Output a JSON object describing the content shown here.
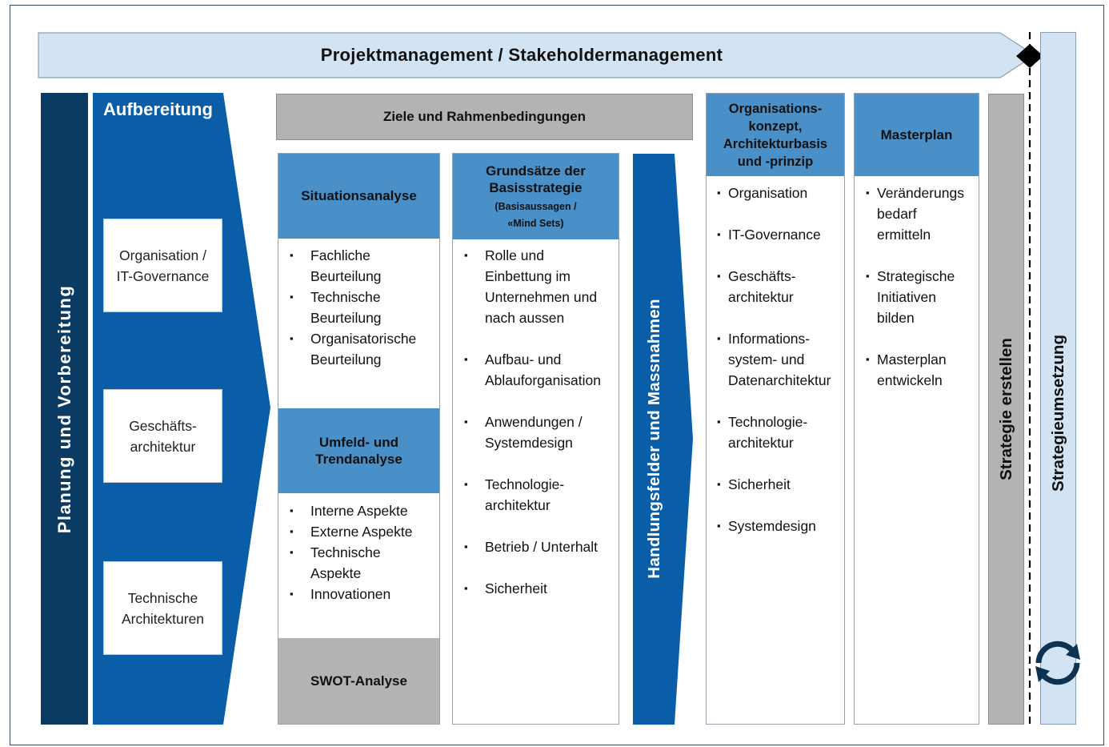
{
  "banner": {
    "title": "Projektmanagement / Stakeholdermanagement"
  },
  "planning": {
    "label": "Planung und Vorbereitung"
  },
  "aufbereitung": {
    "title": "Aufbereitung",
    "cards": [
      {
        "line1": "Organisation /",
        "line2": "IT-Governance"
      },
      {
        "line1": "Geschäfts-",
        "line2": "architektur"
      },
      {
        "line1": "Technische",
        "line2": "Architekturen"
      }
    ]
  },
  "ziele": {
    "label": "Ziele und Rahmenbedingungen"
  },
  "situationsanalyse": {
    "title": "Situationsanalyse",
    "items": [
      [
        "Fachliche",
        "Beurteilung"
      ],
      [
        "Technische",
        "Beurteilung"
      ],
      [
        "Organisatorische",
        "Beurteilung"
      ]
    ]
  },
  "umfeld": {
    "title_line1": "Umfeld- und",
    "title_line2": "Trendanalyse",
    "items": [
      [
        "Interne Aspekte"
      ],
      [
        "Externe Aspekte"
      ],
      [
        "Technische",
        "Aspekte"
      ],
      [
        "Innovationen"
      ]
    ]
  },
  "swot": {
    "label": "SWOT-Analyse"
  },
  "grundsaetze": {
    "title_line1": "Grundsätze der",
    "title_line2": "Basisstrategie",
    "sub_line1": "(Basisaussagen  /",
    "sub_line2": "«Mind Sets)",
    "items": [
      [
        "Rolle und",
        "Einbettung im",
        "Unternehmen und",
        "nach aussen"
      ],
      [
        "Aufbau- und",
        "Ablauforganisation"
      ],
      [
        "Anwendungen /",
        "Systemdesign"
      ],
      [
        "Technologie-",
        "architektur"
      ],
      [
        "Betrieb / Unterhalt"
      ],
      [
        "Sicherheit"
      ]
    ]
  },
  "handlungsfelder": {
    "label": "Handlungsfelder und Massnahmen"
  },
  "organisationskonzept": {
    "title_lines": [
      "Organisations-",
      "konzept,",
      "Architekturbasis",
      "und -prinzip"
    ],
    "items": [
      [
        "Organisation"
      ],
      [
        "IT-Governance"
      ],
      [
        "Geschäfts-",
        "architektur"
      ],
      [
        "Informations-",
        "system- und",
        "Datenarchitektur"
      ],
      [
        "Technologie-",
        "architektur"
      ],
      [
        "Sicherheit"
      ],
      [
        "Systemdesign"
      ]
    ]
  },
  "masterplan": {
    "title": "Masterplan",
    "items": [
      [
        "Veränderungs",
        "bedarf",
        "ermitteln"
      ],
      [
        "Strategische",
        "Initiativen",
        "bilden"
      ],
      [
        "Masterplan",
        "entwickeln"
      ]
    ]
  },
  "strategie_erstellen": {
    "label": "Strategie erstellen"
  },
  "strategieumsetzung": {
    "label": "Strategieumsetzung"
  },
  "colors": {
    "dark_navy": "#0b3a62",
    "royal_blue": "#0a5ea8",
    "header_blue": "#4a90c8",
    "light_blue": "#d2e3f3",
    "gray": "#b3b3b3",
    "milestone": "#000000"
  },
  "icons": {
    "cycle": "cycle-arrows-icon",
    "milestone": "diamond-milestone-icon"
  }
}
